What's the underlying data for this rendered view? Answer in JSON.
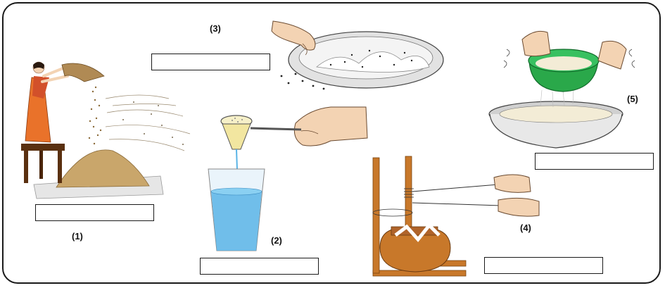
{
  "labels": {
    "one": "(1)",
    "two": "(2)",
    "three": "(3)",
    "four": "(4)",
    "five": "(5)"
  },
  "answers": {
    "one": "",
    "two": "",
    "three": "",
    "four": "",
    "five": ""
  },
  "colors": {
    "frame": "#1a1a1a",
    "saree": "#e9722a",
    "grain": "#c9a66b",
    "water": "#5ab4e6",
    "wood": "#c8782a",
    "sieve": "#2aa84a",
    "skin": "#f3d3b3"
  }
}
